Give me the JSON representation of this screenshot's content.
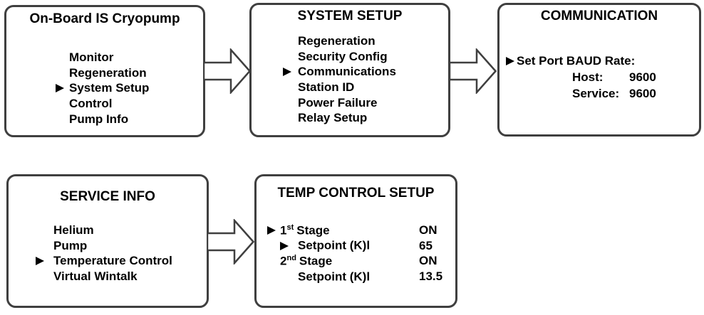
{
  "colors": {
    "panel_border": "#3f3f3f",
    "text": "#000000",
    "arrow_fill": "#ffffff"
  },
  "main_menu": {
    "title": "On-Board IS Cryopump",
    "items": [
      {
        "label": "Monitor",
        "selected": false
      },
      {
        "label": "Regeneration",
        "selected": false
      },
      {
        "label": "System Setup",
        "selected": true
      },
      {
        "label": "Control",
        "selected": false
      },
      {
        "label": "Pump Info",
        "selected": false
      }
    ]
  },
  "system_setup": {
    "title": "SYSTEM SETUP",
    "items": [
      {
        "label": "Regeneration",
        "selected": false
      },
      {
        "label": "Security Config",
        "selected": false
      },
      {
        "label": "Communications",
        "selected": true
      },
      {
        "label": "Station ID",
        "selected": false
      },
      {
        "label": "Power Failure",
        "selected": false
      },
      {
        "label": "Relay Setup",
        "selected": false
      }
    ]
  },
  "communication": {
    "title": "COMMUNICATION",
    "prompt": "Set Port BAUD Rate:",
    "ports": [
      {
        "label": "Host:",
        "value": "9600"
      },
      {
        "label": "Service:",
        "value": "9600"
      }
    ]
  },
  "service_info": {
    "title": "SERVICE INFO",
    "items": [
      {
        "label": "Helium",
        "selected": false
      },
      {
        "label": "Pump",
        "selected": false
      },
      {
        "label": "Temperature Control",
        "selected": true
      },
      {
        "label": "Virtual Wintalk",
        "selected": false
      }
    ]
  },
  "temp_control": {
    "title": "TEMP CONTROL SETUP",
    "rows": [
      {
        "ordinal": "1",
        "sup": "st",
        "label": "Stage",
        "value": "ON",
        "selected": true,
        "indented": false
      },
      {
        "ordinal": "",
        "sup": "",
        "label": "Setpoint (K)l",
        "value": "65",
        "selected": true,
        "indented": true
      },
      {
        "ordinal": "2",
        "sup": "nd",
        "label": "Stage",
        "value": "ON",
        "selected": false,
        "indented": false
      },
      {
        "ordinal": "",
        "sup": "",
        "label": "Setpoint (K)l",
        "value": "13.5",
        "selected": false,
        "indented": true
      }
    ]
  }
}
